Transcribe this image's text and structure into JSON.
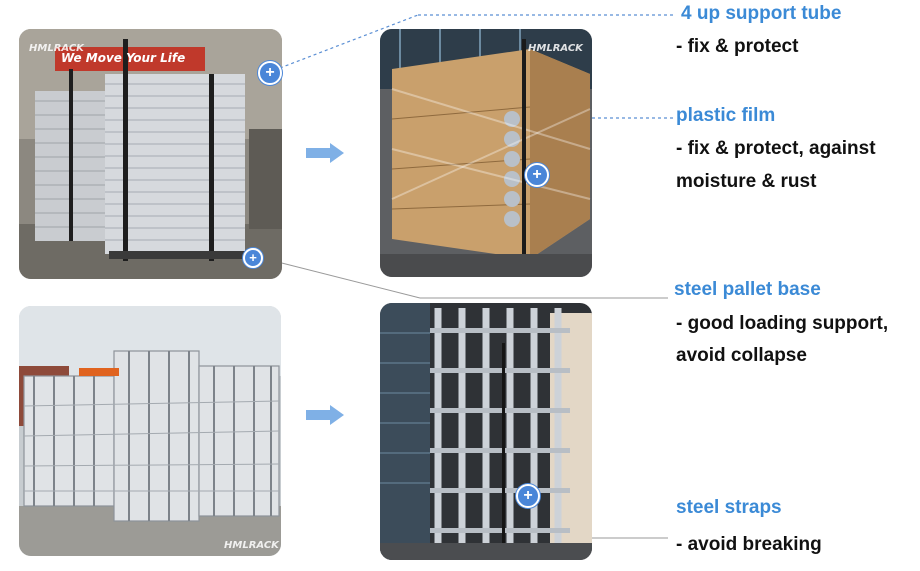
{
  "colors": {
    "accent": "#3b8ad6",
    "hotspot": "#4a86d8",
    "arrow": "#7fb0e6",
    "text": "#111111"
  },
  "photos": {
    "top_left": {
      "watermark": "HMLRACK",
      "banner": "We Move Your Life"
    },
    "top_right": {
      "watermark": "HMLRACK"
    },
    "bottom_left": {
      "watermark": "HMLRACK"
    },
    "bottom_right": {}
  },
  "callouts": [
    {
      "title": "4 up support tube",
      "lines": [
        "- fix & protect"
      ]
    },
    {
      "title": "plastic film",
      "lines": [
        "- fix & protect, against",
        "moisture & rust"
      ]
    },
    {
      "title": "steel pallet base",
      "lines": [
        "- good loading support,",
        "avoid collapse"
      ]
    },
    {
      "title": "steel straps",
      "lines": [
        "- avoid breaking"
      ]
    }
  ],
  "icons": {
    "hotspot": "plus-icon",
    "arrow": "right-arrow-icon"
  }
}
